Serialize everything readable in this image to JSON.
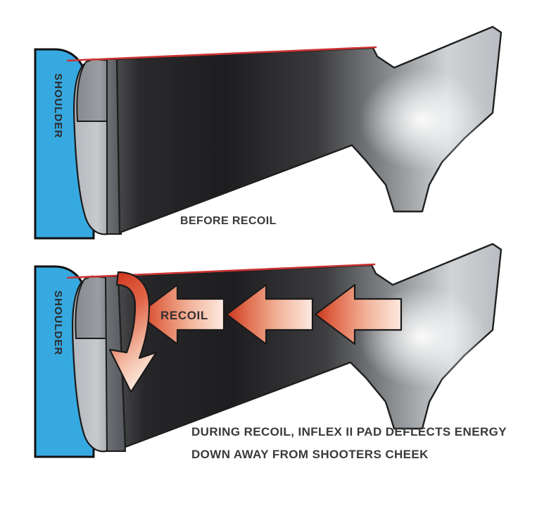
{
  "figure": {
    "title": "Inflex II recoil pad deflection diagram",
    "background_color": "#ffffff"
  },
  "colors": {
    "shoulder_blue": "#36a9e1",
    "shoulder_outline": "#111111",
    "stock_dark": "#1c1c1c",
    "stock_light": "#d9dcdf",
    "pad_gray_dark": "#8c9094",
    "pad_gray_light": "#c2c6c9",
    "reference_line_red": "#cc3333",
    "arrow_red": "#d9472f",
    "arrow_pale": "#fbe0d4",
    "text_dark": "#3a3a3a"
  },
  "panels": [
    {
      "id": "before-recoil",
      "caption": "BEFORE RECOIL",
      "shoulder_label": "SHOULDER",
      "reference_line": "red alignment line along comb"
    },
    {
      "id": "during-recoil",
      "caption_lines": [
        "DURING RECOIL, INFLEX II PAD DEFLECTS ENERGY",
        "DOWN AWAY FROM SHOOTERS CHEEK"
      ],
      "shoulder_label": "SHOULDER",
      "recoil_label": "RECOIL",
      "recoil_arrow_count": 3,
      "deflection_arrow": "curved arrow pointing down and away from cheek"
    }
  ]
}
